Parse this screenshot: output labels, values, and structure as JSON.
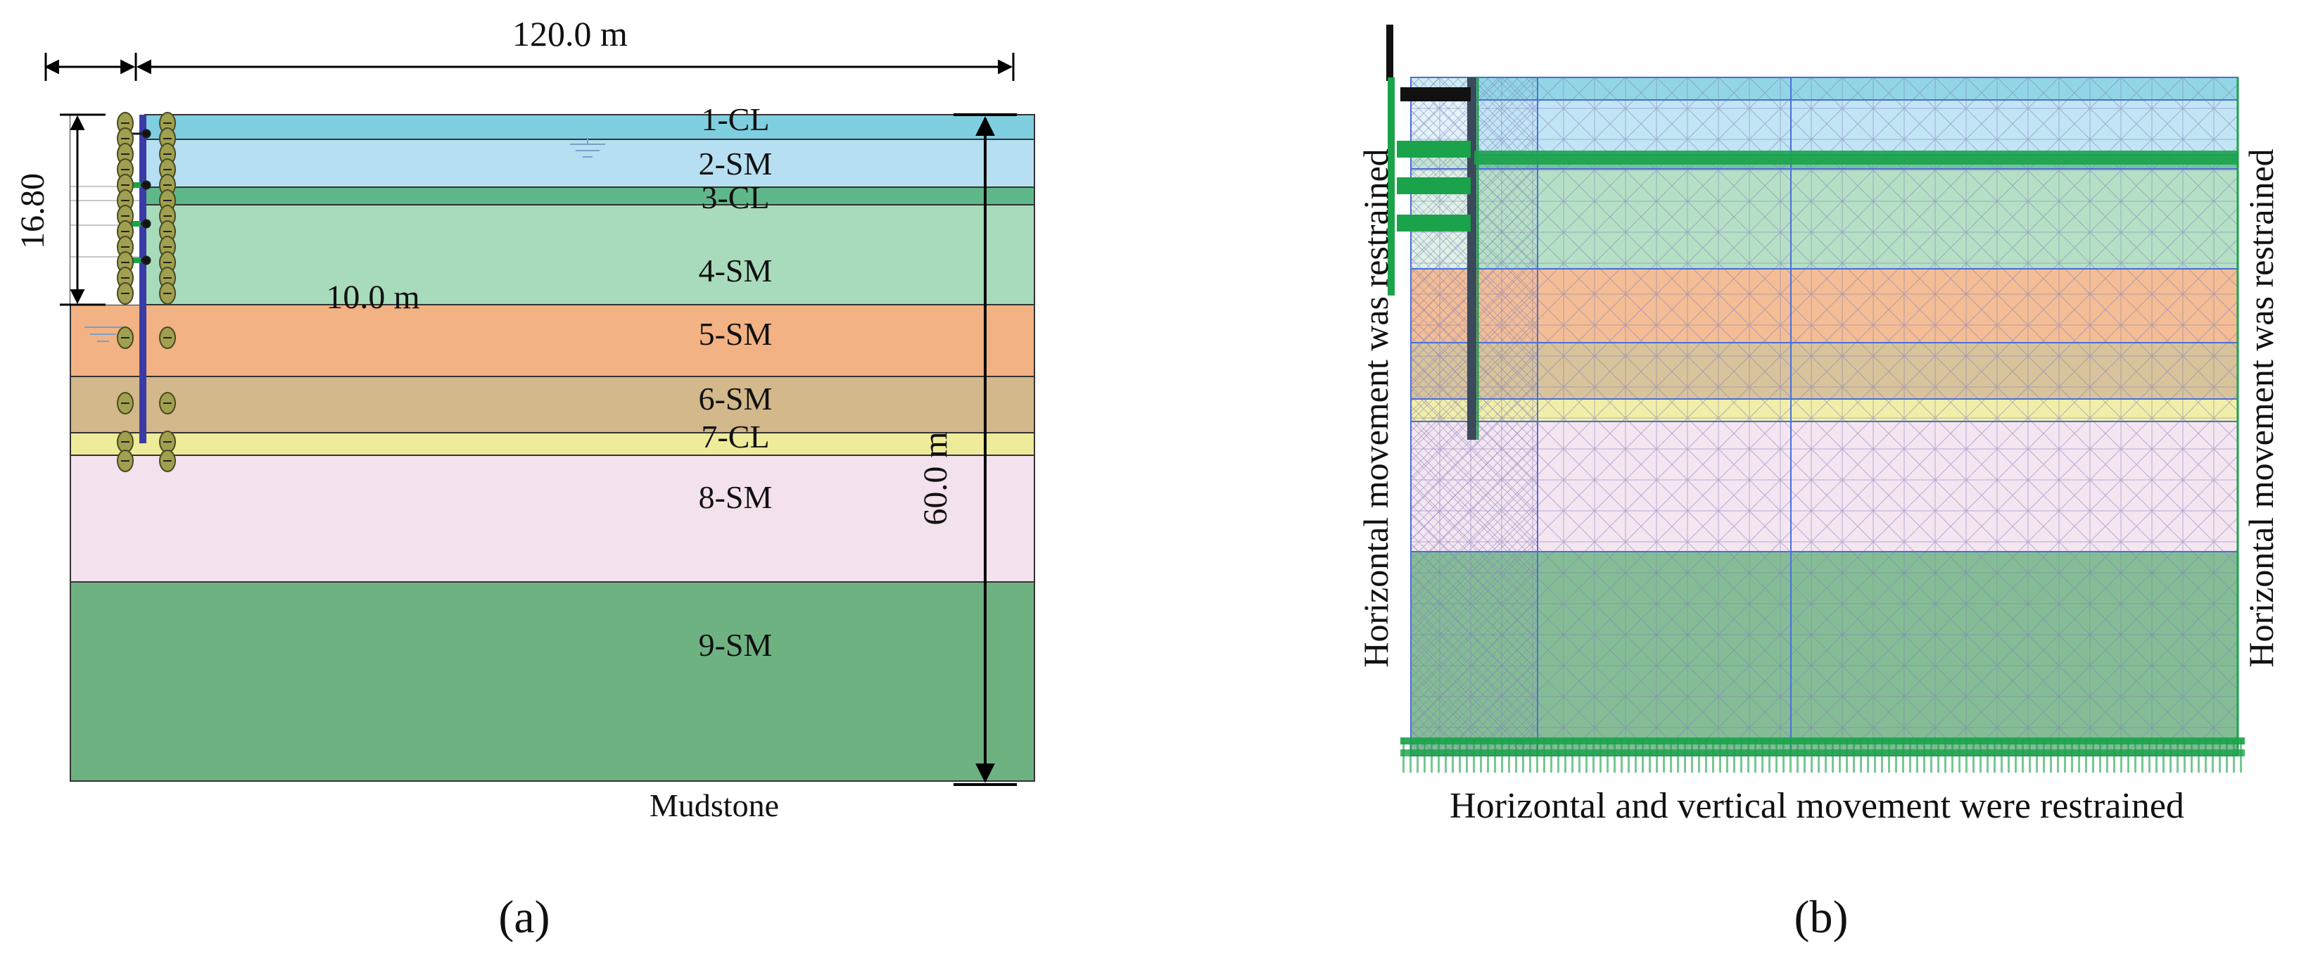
{
  "panel_a": {
    "caption": "(a)",
    "width_dim_label": "120.0 m",
    "height_dim_label": "60.0 m",
    "excavation_depth_label": "16.80",
    "excavation_width_label": "10.0 m",
    "bottom_label": "Mudstone",
    "layers": [
      {
        "name": "1-CL",
        "color": "#7fcfe0"
      },
      {
        "name": "2-SM",
        "color": "#b6e0f2"
      },
      {
        "name": "3-CL",
        "color": "#5fb88a"
      },
      {
        "name": "4-SM",
        "color": "#a8dbbb"
      },
      {
        "name": "5-SM",
        "color": "#f2b283"
      },
      {
        "name": "6-SM",
        "color": "#d2b88a"
      },
      {
        "name": "7-CL",
        "color": "#eeeb9a"
      },
      {
        "name": "8-SM",
        "color": "#f3e1ee"
      },
      {
        "name": "9-SM",
        "color": "#6fb282"
      }
    ]
  },
  "panel_b": {
    "caption": "(b)",
    "left_boundary_label": "Horizontal movement was restrained",
    "right_boundary_label": "Horizontal movement was restrained",
    "bottom_boundary_label": "Horizontal and vertical movement were restrained",
    "mesh_color": "#7f7fb8",
    "support_color": "#1aa34a",
    "wall_color": "#3a4a5a"
  }
}
